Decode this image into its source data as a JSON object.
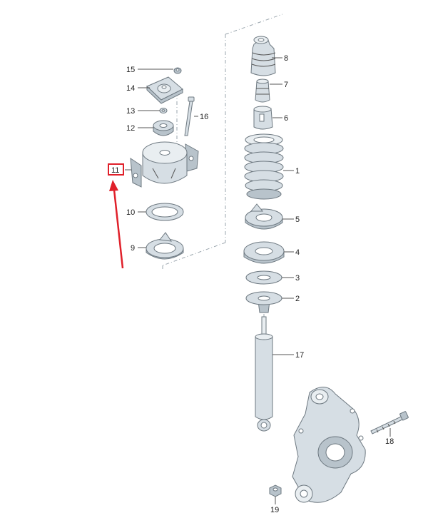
{
  "highlight_color": "#e0202a",
  "labels": {
    "p1": "1",
    "p2": "2",
    "p3": "3",
    "p4": "4",
    "p5": "5",
    "p6": "6",
    "p7": "7",
    "p8": "8",
    "p9": "9",
    "p10": "10",
    "p11": "11",
    "p12": "12",
    "p13": "13",
    "p14": "14",
    "p15": "15",
    "p16": "16",
    "p17": "17",
    "p18": "18",
    "p19": "19"
  }
}
